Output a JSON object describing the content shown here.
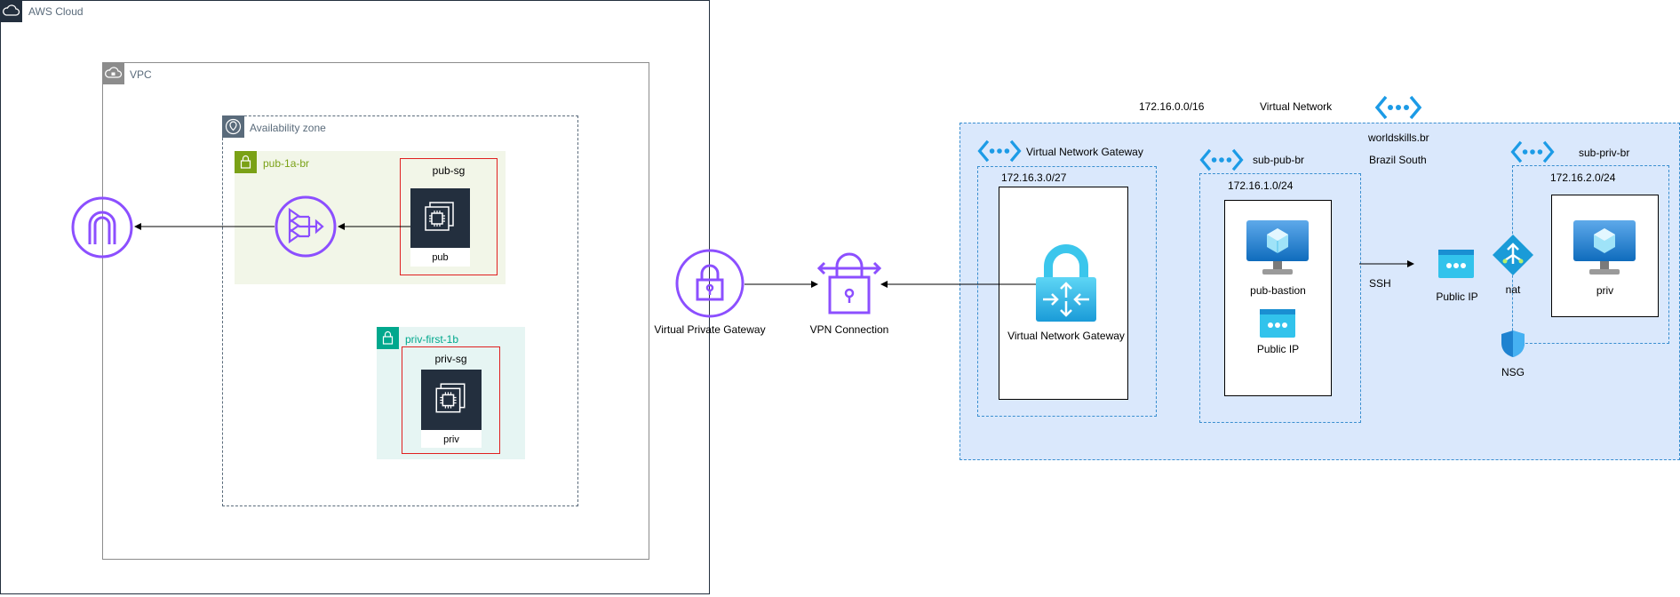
{
  "aws": {
    "cloud_label": "AWS Cloud",
    "vpc_label": "VPC",
    "az_label": "Availability zone",
    "subnet_pub_label": "pub-1a-br",
    "subnet_priv_label": "priv-first-1b",
    "sg_pub_label": "pub-sg",
    "sg_priv_label": "priv-sg",
    "instance_pub_label": "pub",
    "instance_priv_label": "priv",
    "vpg_label": "Virtual Private Gateway",
    "vpn_label": "VPN Connection"
  },
  "azure": {
    "vnet_cidr": "172.16.0.0/16",
    "vnet_label": "Virtual Network",
    "vnet_name": "worldskills.br",
    "region": "Brazil South",
    "gw_subnet_label": "Virtual Network Gateway",
    "gw_subnet_cidr": "172.16.3.0/27",
    "gw_label": "Virtual Network Gateway",
    "pub_subnet_label": "sub-pub-br",
    "pub_subnet_cidr": "172.16.1.0/24",
    "bastion_label": "pub-bastion",
    "bastion_pip_label": "Public IP",
    "ssh_label": "SSH",
    "pip_label": "Public IP",
    "nat_label": "nat",
    "nsg_label": "NSG",
    "priv_subnet_label": "sub-priv-br",
    "priv_subnet_cidr": "172.16.2.0/24",
    "priv_vm_label": "priv"
  },
  "colors": {
    "aws_purple": "#8c4fff",
    "aws_green": "#7aa116",
    "aws_teal": "#01a88d",
    "azure_blue": "#1c8ad6",
    "azure_bg": "#dae8fc",
    "sg_red": "#e02020"
  }
}
